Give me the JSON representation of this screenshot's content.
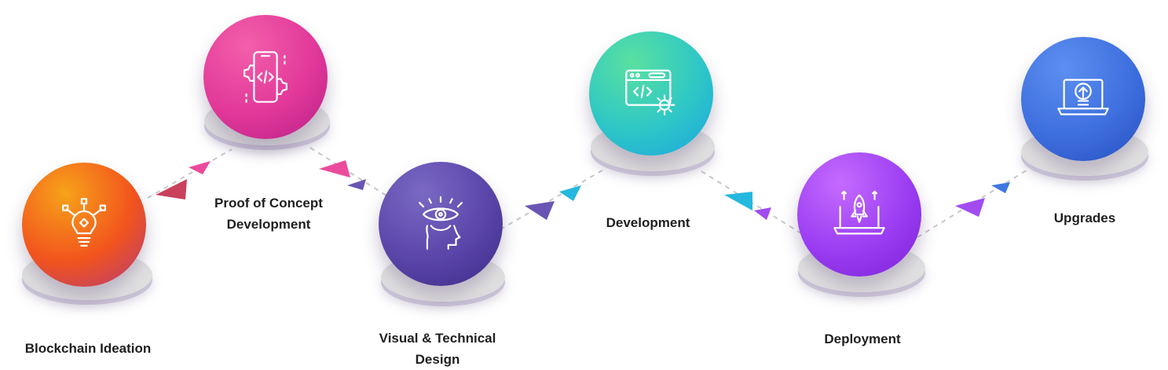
{
  "steps": [
    {
      "id": "blockchain-ideation",
      "lines": [
        "Blockchain Ideation"
      ],
      "icon": "lightbulb-network-icon",
      "gradient": [
        "#f7a21a",
        "#f2541d",
        "#b23a7c"
      ]
    },
    {
      "id": "proof-of-concept",
      "lines": [
        "Proof of Concept",
        "Development"
      ],
      "icon": "mobile-code-icon",
      "gradient": [
        "#f35fa9",
        "#e2389a",
        "#b81f86"
      ]
    },
    {
      "id": "visual-technical-design",
      "lines": [
        "Visual & Technical",
        "Design"
      ],
      "icon": "eye-head-icon",
      "gradient": [
        "#7a69c4",
        "#5a45a8",
        "#3b2a86"
      ]
    },
    {
      "id": "development",
      "lines": [
        "Development"
      ],
      "icon": "browser-code-gear-icon",
      "gradient": [
        "#59e0a0",
        "#2ec7c6",
        "#1aa4e0"
      ]
    },
    {
      "id": "deployment",
      "lines": [
        "Deployment"
      ],
      "icon": "laptop-rocket-icon",
      "gradient": [
        "#c56bff",
        "#9b3df2",
        "#7a22d8"
      ]
    },
    {
      "id": "upgrades",
      "lines": [
        "Upgrades"
      ],
      "icon": "laptop-upload-icon",
      "gradient": [
        "#5c8ff0",
        "#3e6fdf",
        "#274fc0"
      ]
    }
  ],
  "colors": {
    "connector_line": "#c8c8c8",
    "label_text": "#1f1f1f",
    "arrows": [
      "#c9415c",
      "#ec4a9c",
      "#6b55b4",
      "#24b8de",
      "#a24cf0",
      "#3f78e0"
    ]
  }
}
